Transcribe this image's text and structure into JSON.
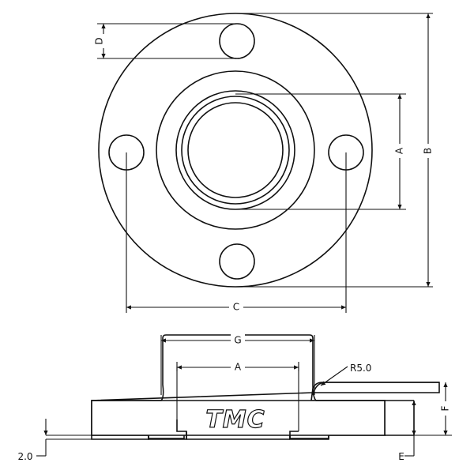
{
  "drawing": {
    "brand_logo": "TMC",
    "top_view": {
      "dimensions": {
        "a": "A",
        "b": "B",
        "c": "C",
        "d": "D"
      }
    },
    "side_view": {
      "dimensions": {
        "g": "G",
        "a": "A",
        "radius": "R5.0",
        "f": "F",
        "e": "E",
        "offset": "2.0"
      }
    }
  }
}
